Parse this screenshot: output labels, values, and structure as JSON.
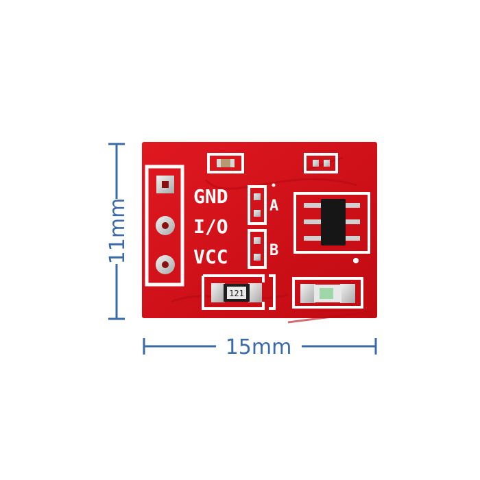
{
  "dimensions": {
    "height_label": "11mm",
    "width_label": "15mm"
  },
  "board": {
    "pins": {
      "gnd": "GND",
      "io": "I/O",
      "vcc": "VCC"
    },
    "jumpers": {
      "a": "A",
      "b": "B"
    },
    "resistor_code": "121"
  },
  "colors": {
    "pcb": "#d01018",
    "silkscreen": "#ffffff",
    "dimension": "#3a6aa8"
  }
}
